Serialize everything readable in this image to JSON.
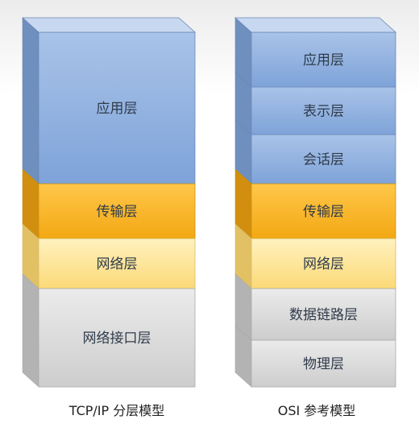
{
  "tcpip_model": {
    "caption": "TCP/IP 分层模型",
    "layers": [
      {
        "label": "应用层",
        "color": "blue"
      },
      {
        "label": "传输层",
        "color": "orange"
      },
      {
        "label": "网络层",
        "color": "yellow"
      },
      {
        "label": "网络接口层",
        "color": "gray"
      }
    ]
  },
  "osi_model": {
    "caption": "OSI 参考模型",
    "layers": [
      {
        "label": "应用层",
        "color": "blue"
      },
      {
        "label": "表示层",
        "color": "blue"
      },
      {
        "label": "会话层",
        "color": "blue"
      },
      {
        "label": "传输层",
        "color": "orange"
      },
      {
        "label": "网络层",
        "color": "yellow"
      },
      {
        "label": "数据链路层",
        "color": "gray"
      },
      {
        "label": "物理层",
        "color": "gray"
      }
    ]
  },
  "palette": {
    "blue": {
      "front_top": "#a9c3e8",
      "front_bottom": "#7ea3d9",
      "side": "#6f8fbf",
      "top": "#c7d8f0",
      "stroke": "#6b87b5"
    },
    "orange": {
      "front_top": "#ffc74a",
      "front_bottom": "#f3a813",
      "side": "#d18e0f",
      "top": "#ffd98a",
      "stroke": "#c9920f"
    },
    "yellow": {
      "front_top": "#fff2bf",
      "front_bottom": "#fbd977",
      "side": "#e2c064",
      "top": "#fff6d2",
      "stroke": "#d8bb6a"
    },
    "gray": {
      "front_top": "#ebebeb",
      "front_bottom": "#cdcdcd",
      "side": "#b3b3b3",
      "top": "#f2f2f2",
      "stroke": "#a9a9a9"
    }
  }
}
